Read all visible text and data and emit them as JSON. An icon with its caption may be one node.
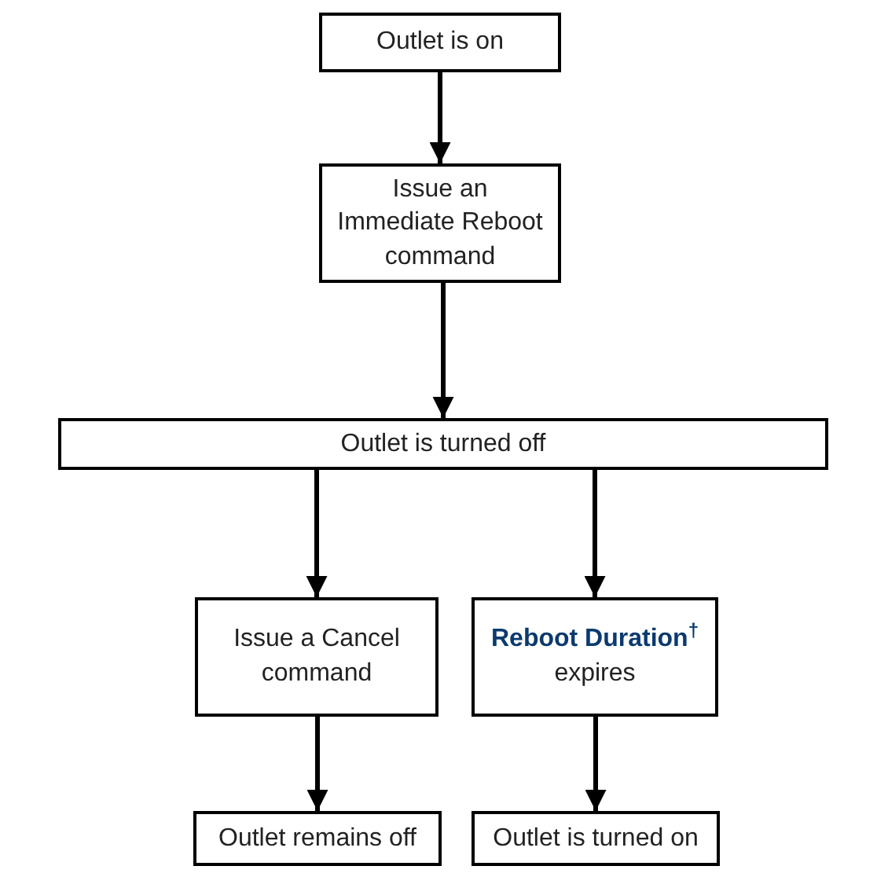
{
  "diagram": {
    "nodes": [
      {
        "text": [
          "Outlet is on"
        ]
      },
      {
        "text": [
          "Issue an Immediate Reboot command"
        ]
      },
      {
        "text": [
          "Outlet is turned off"
        ]
      },
      {
        "text": [
          "Issue a Cancel command"
        ]
      },
      {
        "text": [
          "**Reboot Duration**$^{†}$ expires"
        ]
      },
      {
        "text": [
          "Outlet remains off"
        ]
      },
      {
        "text": [
          "Outlet is turned on"
        ]
      }
    ],
    "edges": [
      {
        "from": 0,
        "to": 1,
        "arrow": "to"
      },
      {
        "from": 1,
        "to": 2,
        "arrow": "to"
      },
      {
        "from": 2,
        "to": 3,
        "arrow": "to"
      },
      {
        "from": 2,
        "to": 4,
        "arrow": "to"
      },
      {
        "from": 3,
        "to": 5,
        "arrow": "to"
      },
      {
        "from": 4,
        "to": 6,
        "arrow": "to"
      }
    ]
  }
}
